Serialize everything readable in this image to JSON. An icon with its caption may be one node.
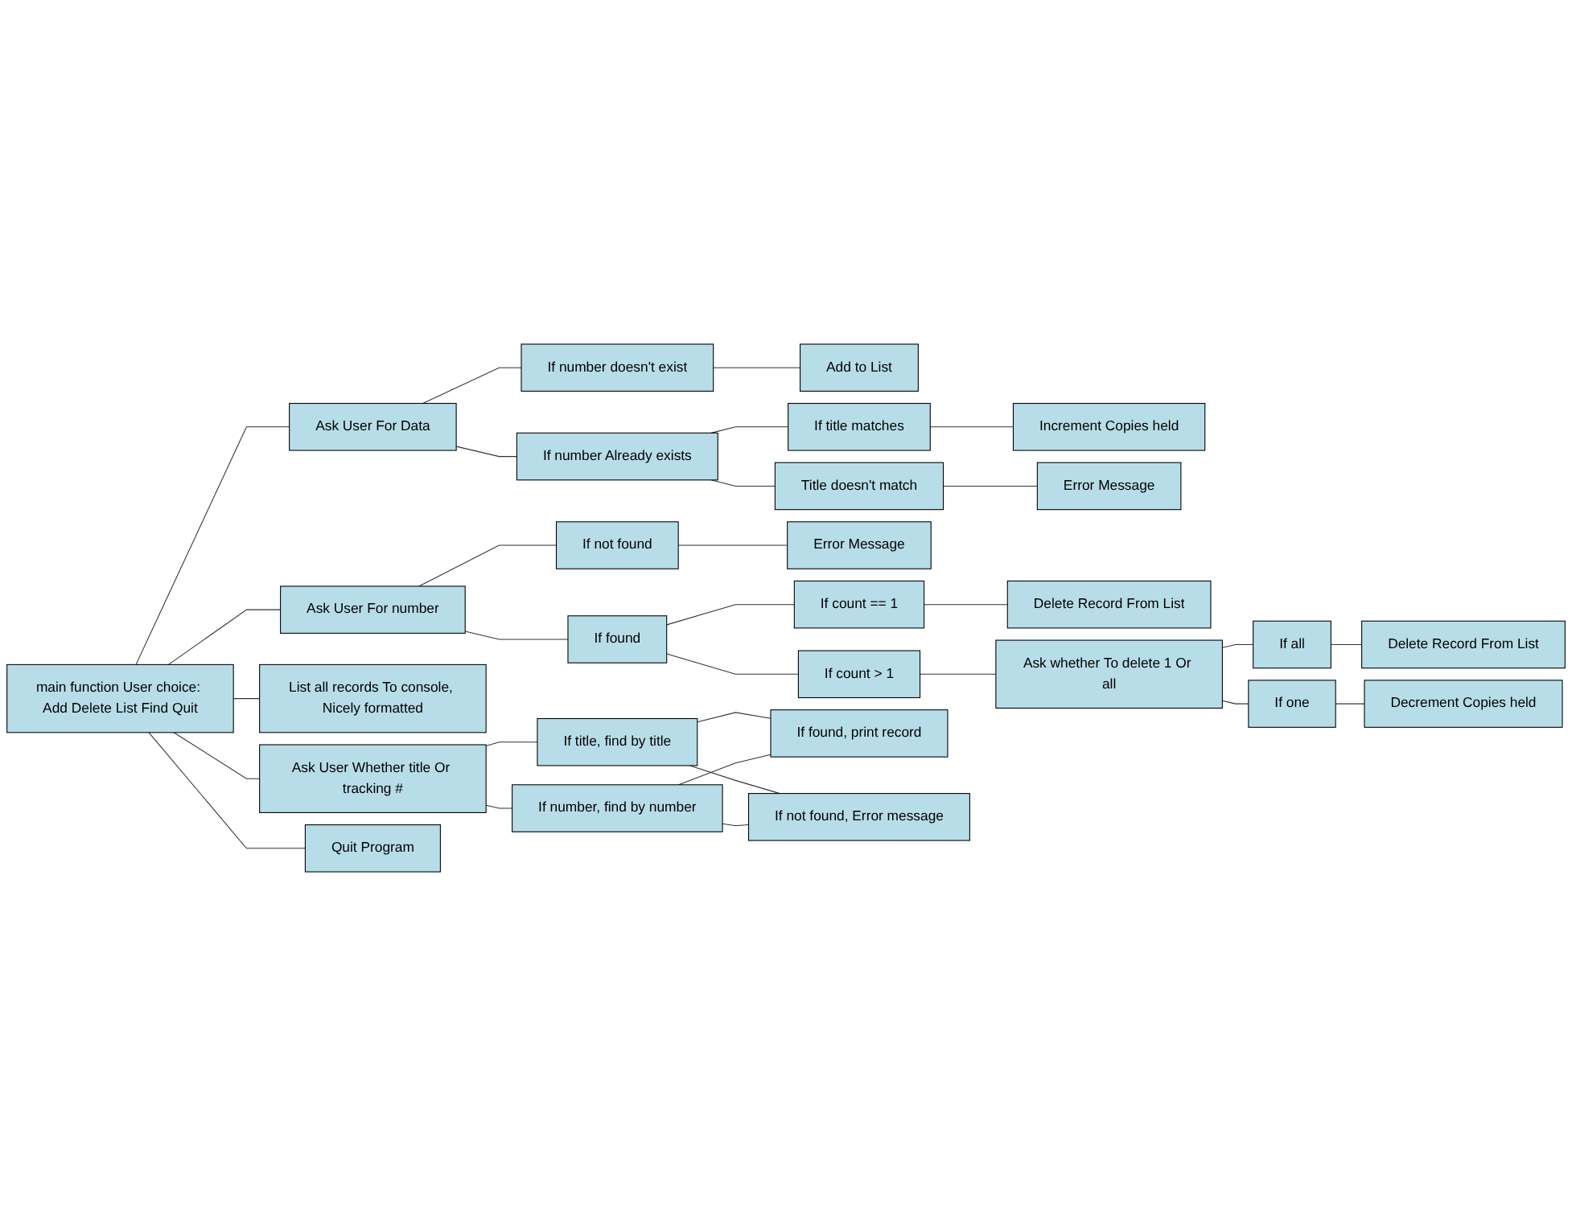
{
  "diagram": {
    "nodes": [
      {
        "text": [
          "main function User choice: Add Delete List Find Quit"
        ]
      },
      {
        "text": [
          "Ask User For Data"
        ]
      },
      {
        "text": [
          "If number doesn't exist"
        ]
      },
      {
        "text": [
          "Add to List"
        ]
      },
      {
        "text": [
          "If number Already exists"
        ]
      },
      {
        "text": [
          "If title matches"
        ]
      },
      {
        "text": [
          "Increment Copies held"
        ]
      },
      {
        "text": [
          "Title doesn't match"
        ]
      },
      {
        "text": [
          "Error Message"
        ]
      },
      {
        "text": [
          "Ask User For number"
        ]
      },
      {
        "text": [
          "If not found"
        ]
      },
      {
        "text": [
          "Error Message"
        ]
      },
      {
        "text": [
          "If found"
        ]
      },
      {
        "text": [
          "If count == 1"
        ]
      },
      {
        "text": [
          "Delete Record From List"
        ]
      },
      {
        "text": [
          "If count > 1"
        ]
      },
      {
        "text": [
          "Ask whether To delete 1 Or all"
        ]
      },
      {
        "text": [
          "If all"
        ]
      },
      {
        "text": [
          "Delete Record From List"
        ]
      },
      {
        "text": [
          "If one"
        ]
      },
      {
        "text": [
          "Decrement Copies held"
        ]
      },
      {
        "text": [
          "List all records To console, Nicely formatted"
        ]
      },
      {
        "text": [
          "Ask User Whether title Or tracking #"
        ]
      },
      {
        "text": [
          "If title, find by title"
        ]
      },
      {
        "text": [
          "If number, find by number"
        ]
      },
      {
        "text": [
          "If found, print record"
        ]
      },
      {
        "text": [
          "If not found, Error message"
        ]
      },
      {
        "text": [
          "Quit Program"
        ]
      }
    ],
    "edges": [
      {
        "from": 0,
        "to": 1,
        "arrow": "none"
      },
      {
        "from": 0,
        "to": 9,
        "arrow": "none"
      },
      {
        "from": 0,
        "to": 21,
        "arrow": "none"
      },
      {
        "from": 0,
        "to": 22,
        "arrow": "none"
      },
      {
        "from": 0,
        "to": 27,
        "arrow": "none"
      },
      {
        "from": 1,
        "to": 2,
        "arrow": "none"
      },
      {
        "from": 1,
        "to": 4,
        "arrow": "none"
      },
      {
        "from": 2,
        "to": 3,
        "arrow": "none"
      },
      {
        "from": 4,
        "to": 5,
        "arrow": "none"
      },
      {
        "from": 4,
        "to": 7,
        "arrow": "none"
      },
      {
        "from": 5,
        "to": 6,
        "arrow": "none"
      },
      {
        "from": 7,
        "to": 8,
        "arrow": "none"
      },
      {
        "from": 9,
        "to": 10,
        "arrow": "none"
      },
      {
        "from": 9,
        "to": 12,
        "arrow": "none"
      },
      {
        "from": 10,
        "to": 11,
        "arrow": "none"
      },
      {
        "from": 12,
        "to": 13,
        "arrow": "none"
      },
      {
        "from": 12,
        "to": 15,
        "arrow": "none"
      },
      {
        "from": 13,
        "to": 14,
        "arrow": "none"
      },
      {
        "from": 15,
        "to": 16,
        "arrow": "none"
      },
      {
        "from": 16,
        "to": 17,
        "arrow": "none"
      },
      {
        "from": 16,
        "to": 19,
        "arrow": "none"
      },
      {
        "from": 17,
        "to": 18,
        "arrow": "none"
      },
      {
        "from": 19,
        "to": 20,
        "arrow": "none"
      },
      {
        "from": 22,
        "to": 23,
        "arrow": "none"
      },
      {
        "from": 22,
        "to": 24,
        "arrow": "none"
      },
      {
        "from": 23,
        "to": 25,
        "arrow": "none"
      },
      {
        "from": 23,
        "to": 26,
        "arrow": "none"
      },
      {
        "from": 24,
        "to": 25,
        "arrow": "none"
      },
      {
        "from": 24,
        "to": 26,
        "arrow": "none"
      }
    ]
  }
}
